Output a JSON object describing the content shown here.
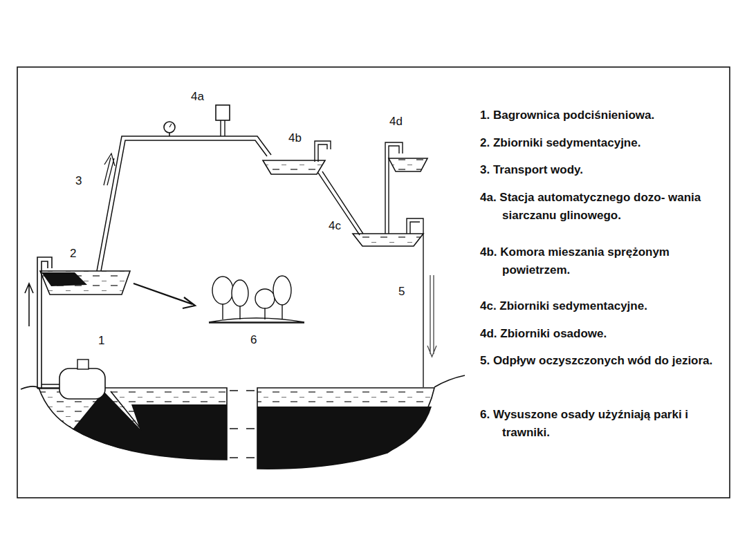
{
  "diagram": {
    "labels": [
      "4a",
      "4d",
      "4b",
      "3",
      "4c",
      "2",
      "5",
      "1",
      "6",
      "1. Bagrownica podciśnieniowa.",
      "2. Zbiorniki sedymentacyjne.",
      "3. Transport wody.",
      "4a. Stacja automatycznego dozo- wania siarczanu glinowego.",
      "4b. Komora mieszania sprężonym powietrzem.",
      "4c. Zbiorniki sedymentacyjne.",
      "4d. Zbiorniki osadowe.",
      "5. Odpływ oczyszczonych wód do jeziora.",
      "6. Wysuszone osady użyźniają parki i trawniki."
    ]
  }
}
